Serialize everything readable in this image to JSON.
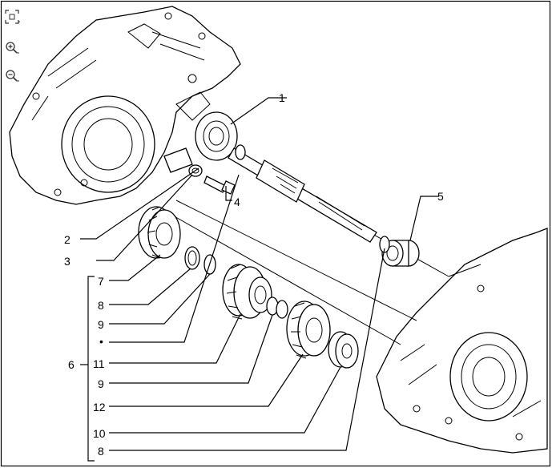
{
  "toolbar": {
    "items": [
      {
        "name": "fit-icon"
      },
      {
        "name": "zoom-in-icon"
      },
      {
        "name": "zoom-out-icon"
      }
    ]
  },
  "diagram": {
    "labels": {
      "l1": "1",
      "l2": "2",
      "l3": "3",
      "l4": "4",
      "l5": "5",
      "l6": "6",
      "l7": "7",
      "l8a": "8",
      "l9a": "9",
      "dot": "•",
      "l11": "11",
      "l9b": "9",
      "l12": "12",
      "l10": "10",
      "l8b": "8"
    }
  }
}
